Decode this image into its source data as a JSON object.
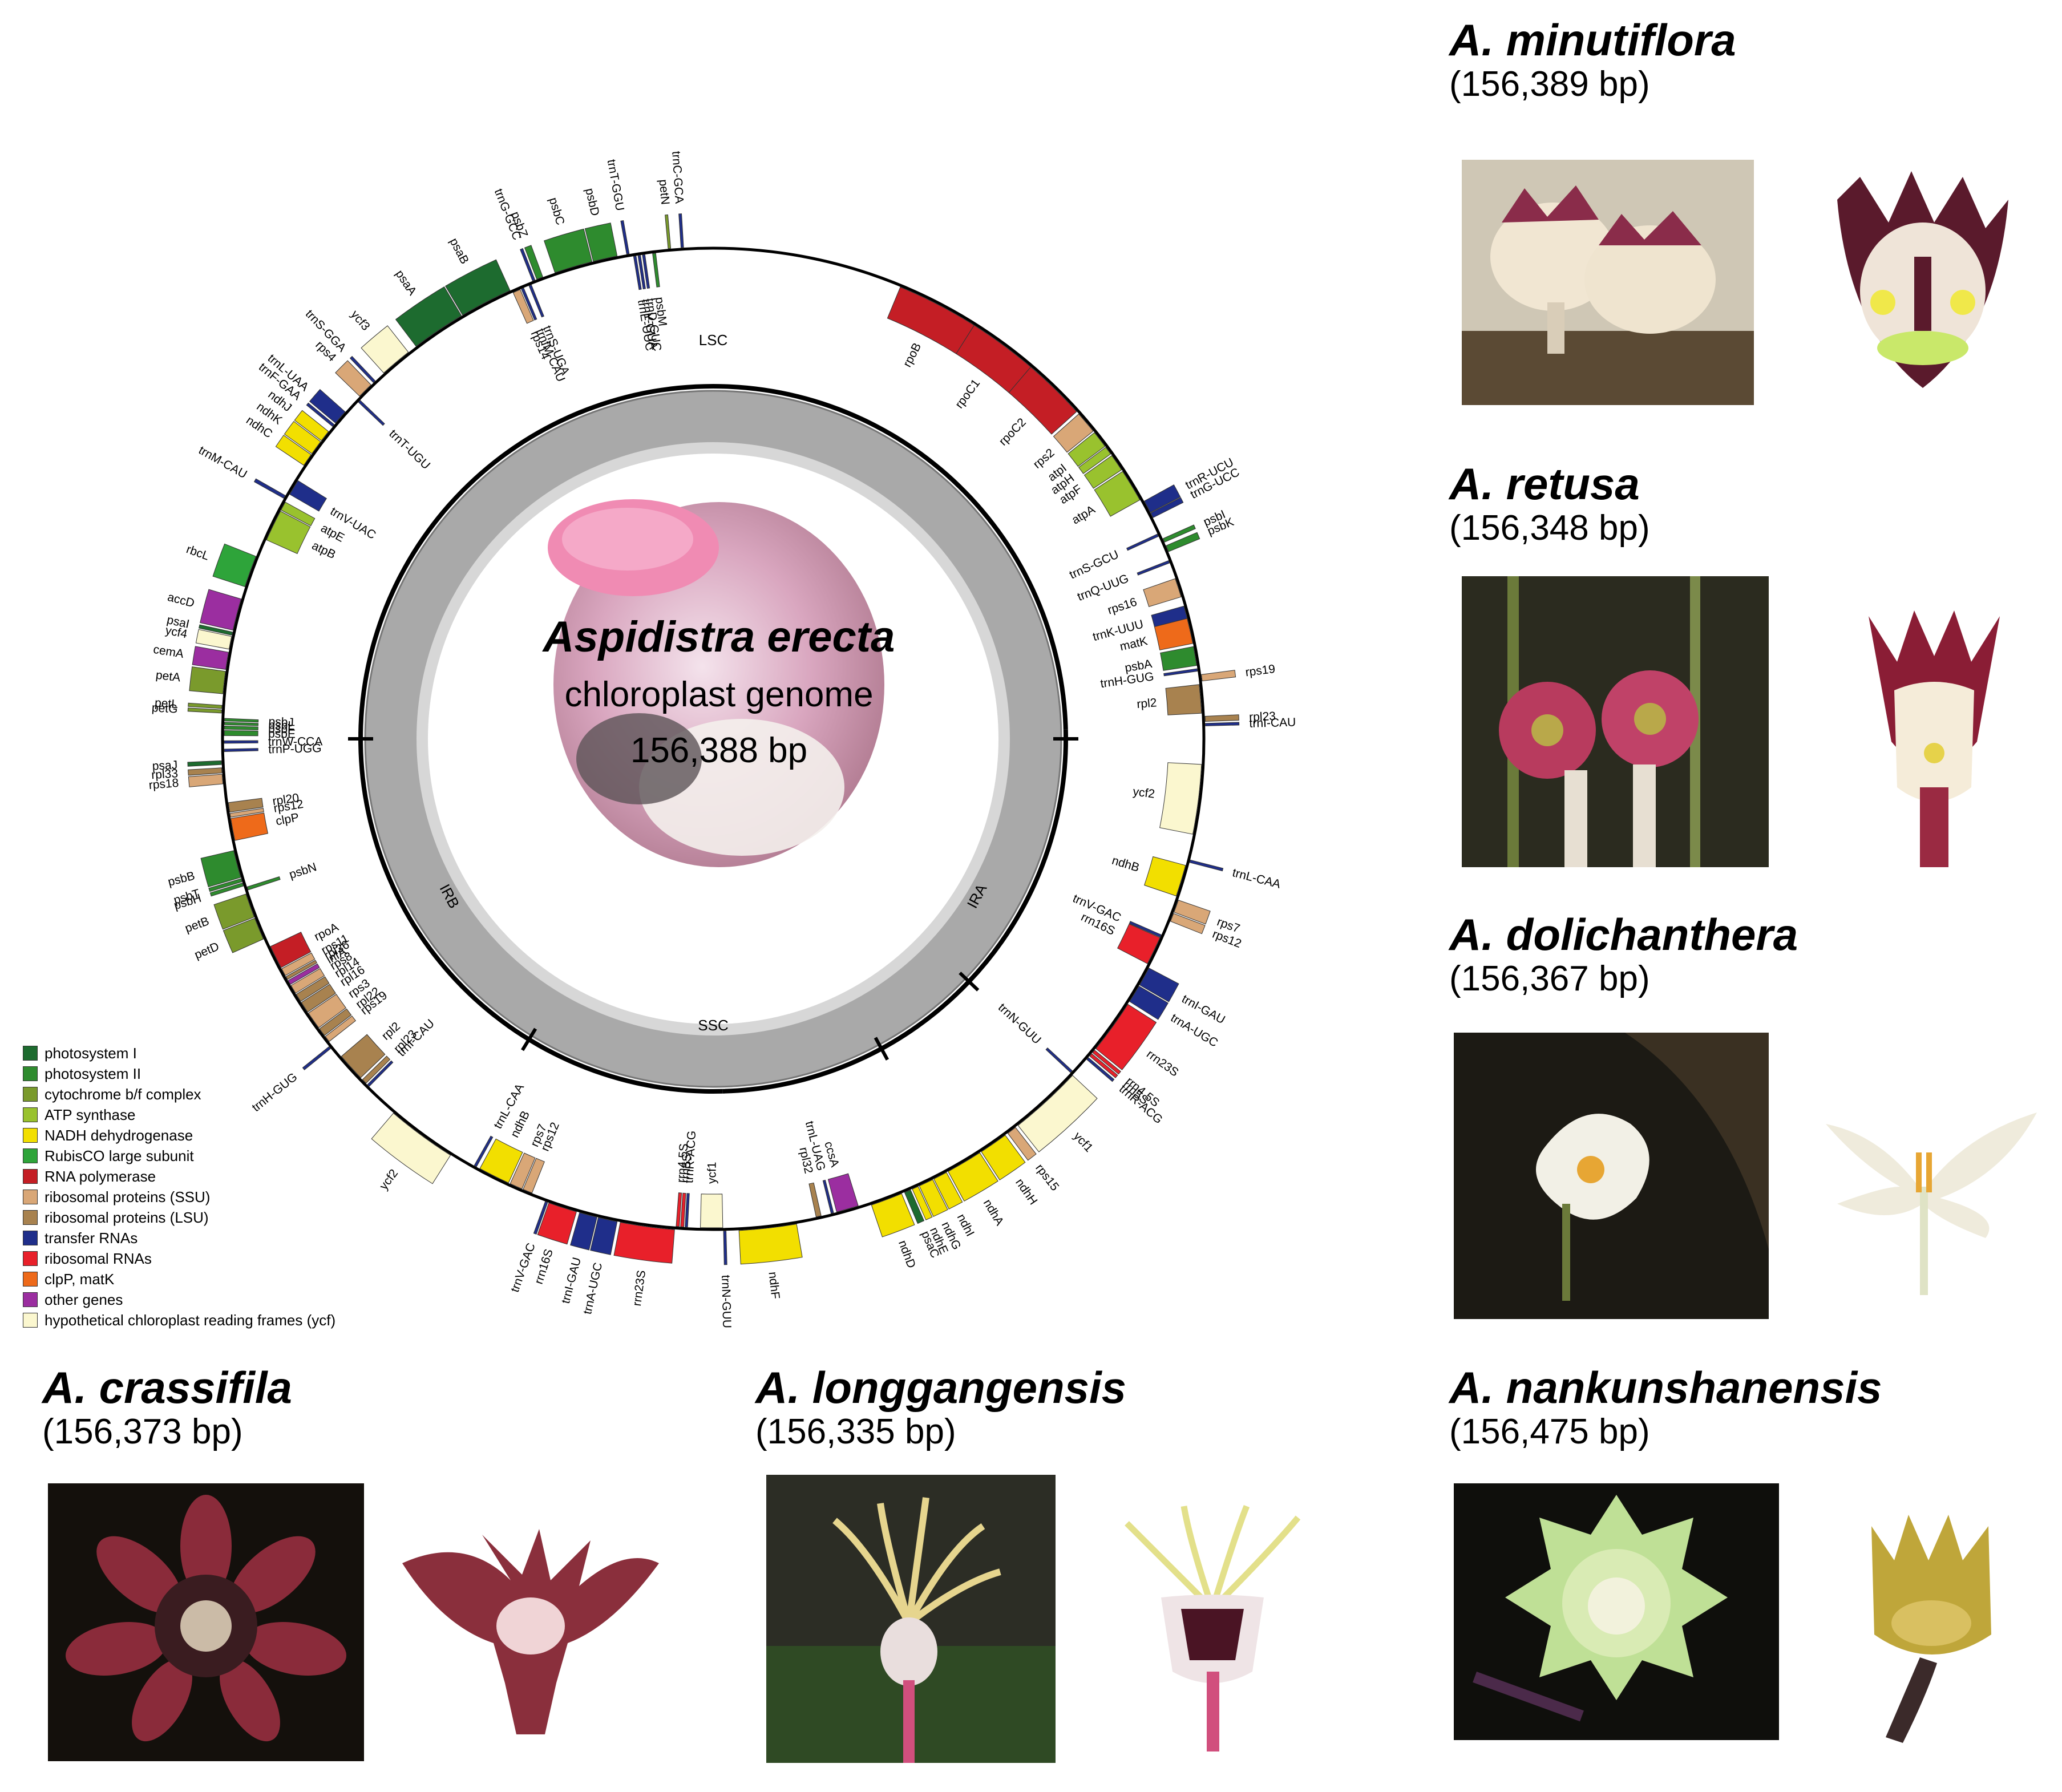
{
  "genome": {
    "species": "Aspidistra erecta",
    "subtitle": "chloroplast genome",
    "length": "156,388 bp",
    "regions": {
      "lsc": "LSC",
      "ssc": "SSC",
      "ira": "IRA",
      "irb": "IRB"
    },
    "genes": [
      {
        "name": "rpoB",
        "cat": "rnapol",
        "s": 30,
        "e": 43,
        "side": "in"
      },
      {
        "name": "rpoC1",
        "cat": "rnapol",
        "s": 43,
        "e": 54,
        "side": "in"
      },
      {
        "name": "rpoC2",
        "cat": "rnapol",
        "s": 54,
        "e": 64,
        "side": "in"
      },
      {
        "name": "rps2",
        "cat": "ssu",
        "s": 64.5,
        "e": 68,
        "side": "in"
      },
      {
        "name": "atpI",
        "cat": "atp",
        "s": 68.3,
        "e": 71,
        "side": "in"
      },
      {
        "name": "atpH",
        "cat": "atp",
        "s": 71.2,
        "e": 72.5,
        "side": "in"
      },
      {
        "name": "atpF",
        "cat": "atp",
        "s": 72.8,
        "e": 75.5,
        "side": "in"
      },
      {
        "name": "atpA",
        "cat": "atp",
        "s": 75.8,
        "e": 81,
        "side": "in"
      },
      {
        "name": "trnR-UCU",
        "cat": "trna",
        "s": 81.5,
        "e": 83.5,
        "side": "out"
      },
      {
        "name": "trnG-UCC",
        "cat": "trna",
        "s": 83.6,
        "e": 84.4,
        "side": "out"
      },
      {
        "name": "psbI",
        "cat": "ps2",
        "s": 88,
        "e": 88.6,
        "side": "out"
      },
      {
        "name": "psbK",
        "cat": "ps2",
        "s": 89.2,
        "e": 90.2,
        "side": "out"
      },
      {
        "name": "trnS-GCU",
        "cat": "trna",
        "s": 87,
        "e": 87.4,
        "side": "in"
      },
      {
        "name": "trnQ-UUG",
        "cat": "trna",
        "s": 91.5,
        "e": 91.9,
        "side": "in"
      },
      {
        "name": "rps16",
        "cat": "ssu",
        "s": 94.5,
        "e": 97.5,
        "side": "in"
      },
      {
        "name": "trnK-UUU",
        "cat": "trna",
        "s": 99,
        "e": 101,
        "side": "in"
      },
      {
        "name": "matK",
        "cat": "clpp",
        "s": 101,
        "e": 105,
        "side": "in"
      },
      {
        "name": "psbA",
        "cat": "ps2",
        "s": 105.5,
        "e": 108.5,
        "side": "in"
      },
      {
        "name": "trnH-GUG",
        "cat": "trna",
        "s": 109,
        "e": 109.4,
        "side": "in"
      },
      {
        "name": "rps19",
        "cat": "ssu",
        "s": 110,
        "e": 111,
        "side": "out"
      },
      {
        "name": "rpl2",
        "cat": "lsu",
        "s": 111.5,
        "e": 116,
        "side": "in"
      },
      {
        "name": "rpl23",
        "cat": "lsu",
        "s": 116.5,
        "e": 117.3,
        "side": "out"
      },
      {
        "name": "trnI-CAU",
        "cat": "trna",
        "s": 117.6,
        "e": 118,
        "side": "out"
      },
      {
        "name": "ycf2",
        "cat": "ycf",
        "s": 124,
        "e": 135,
        "side": "in"
      },
      {
        "name": "trnL-CAA",
        "cat": "trna",
        "s": 139,
        "e": 139.4,
        "side": "out"
      },
      {
        "name": "ndhB",
        "cat": "ndh",
        "s": 140,
        "e": 145,
        "side": "in"
      },
      {
        "name": "rps7",
        "cat": "ssu",
        "s": 145.5,
        "e": 147.5,
        "side": "out"
      },
      {
        "name": "rps12",
        "cat": "ssu",
        "s": 147.7,
        "e": 149,
        "side": "out"
      },
      {
        "name": "trnV-GAC",
        "cat": "trna",
        "s": 151.5,
        "e": 151.9,
        "side": "in"
      },
      {
        "name": "rrn16S",
        "cat": "rrna",
        "s": 152,
        "e": 156.5,
        "side": "in"
      },
      {
        "name": "trnI-GAU",
        "cat": "trna",
        "s": 157,
        "e": 160,
        "side": "out"
      },
      {
        "name": "trnA-UGC",
        "cat": "trna",
        "s": 160.2,
        "e": 163,
        "side": "out"
      },
      {
        "name": "rrn23S",
        "cat": "rrna",
        "s": 163.5,
        "e": 172,
        "side": "out"
      },
      {
        "name": "rrn4.5S",
        "cat": "rrna",
        "s": 172.3,
        "e": 172.8,
        "side": "out"
      },
      {
        "name": "rrn5S",
        "cat": "rrna",
        "s": 173,
        "e": 173.5,
        "side": "out"
      },
      {
        "name": "trnR-ACG",
        "cat": "trna",
        "s": 173.8,
        "e": 174.2,
        "side": "out"
      },
      {
        "name": "trnN-GUU",
        "cat": "trna",
        "s": 177,
        "e": 177.4,
        "side": "in"
      },
      {
        "name": "ycf1",
        "cat": "ycf",
        "s": 177.5,
        "e": 189,
        "side": "out"
      },
      {
        "name": "rps15",
        "cat": "ssu",
        "s": 189.5,
        "e": 191,
        "side": "out"
      },
      {
        "name": "ndhH",
        "cat": "ndh",
        "s": 191.5,
        "e": 196,
        "side": "out"
      },
      {
        "name": "ndhA",
        "cat": "ndh",
        "s": 196.3,
        "e": 202,
        "side": "out"
      },
      {
        "name": "ndhI",
        "cat": "ndh",
        "s": 202.3,
        "e": 204.5,
        "side": "out"
      },
      {
        "name": "ndhG",
        "cat": "ndh",
        "s": 204.7,
        "e": 207,
        "side": "out"
      },
      {
        "name": "ndhE",
        "cat": "ndh",
        "s": 207.2,
        "e": 208.2,
        "side": "out"
      },
      {
        "name": "psaC",
        "cat": "ps1",
        "s": 208.5,
        "e": 209.5,
        "side": "out"
      },
      {
        "name": "ndhD",
        "cat": "ndh",
        "s": 210,
        "e": 215,
        "side": "out"
      },
      {
        "name": "ccsA",
        "cat": "other",
        "s": 217,
        "e": 220.5,
        "side": "in"
      },
      {
        "name": "trnL-UAG",
        "cat": "trna",
        "s": 221,
        "e": 221.4,
        "side": "in"
      },
      {
        "name": "rpl32",
        "cat": "lsu",
        "s": 223,
        "e": 223.8,
        "side": "in"
      },
      {
        "name": "ndhF",
        "cat": "ndh",
        "s": 227,
        "e": 236,
        "side": "out"
      },
      {
        "name": "trnN-GUU",
        "cat": "trna",
        "s": 238,
        "e": 238.4,
        "side": "out"
      },
      {
        "name": "ycf1",
        "cat": "ycf",
        "s": 238.5,
        "e": 242,
        "side": "in"
      },
      {
        "name": "trnR-ACG",
        "cat": "trna",
        "s": 244,
        "e": 244.4,
        "side": "in"
      },
      {
        "name": "rrn5S",
        "cat": "rrna",
        "s": 244.6,
        "e": 245.1,
        "side": "in"
      },
      {
        "name": "rrn4.5S",
        "cat": "rrna",
        "s": 245.3,
        "e": 245.8,
        "side": "in"
      },
      {
        "name": "rrn23S",
        "cat": "rrna",
        "s": 246,
        "e": 254.5,
        "side": "out"
      },
      {
        "name": "trnA-UGC",
        "cat": "trna",
        "s": 255,
        "e": 258,
        "side": "out"
      },
      {
        "name": "trnI-GAU",
        "cat": "trna",
        "s": 258.2,
        "e": 261,
        "side": "out"
      },
      {
        "name": "rrn16S",
        "cat": "rrna",
        "s": 261.5,
        "e": 266,
        "side": "out"
      },
      {
        "name": "trnV-GAC",
        "cat": "trna",
        "s": 266.2,
        "e": 266.6,
        "side": "out"
      },
      {
        "name": "rps12",
        "cat": "ssu",
        "s": 269,
        "e": 270.5,
        "side": "in"
      },
      {
        "name": "rps7",
        "cat": "ssu",
        "s": 270.7,
        "e": 272.7,
        "side": "in"
      },
      {
        "name": "ndhB",
        "cat": "ndh",
        "s": 273,
        "e": 278,
        "side": "in"
      },
      {
        "name": "trnL-CAA",
        "cat": "trna",
        "s": 278.6,
        "e": 279,
        "side": "in"
      },
      {
        "name": "ycf2",
        "cat": "ycf",
        "s": 283,
        "e": 294,
        "side": "out"
      },
      {
        "name": "trnI-CAU",
        "cat": "trna",
        "s": 299.6,
        "e": 300,
        "side": "in"
      },
      {
        "name": "rpl23",
        "cat": "lsu",
        "s": 300.3,
        "e": 301.1,
        "side": "in"
      },
      {
        "name": "rpl2",
        "cat": "lsu",
        "s": 301.5,
        "e": 306,
        "side": "in"
      },
      {
        "name": "trnH-GUG",
        "cat": "trna",
        "s": 308,
        "e": 308.4,
        "side": "out"
      },
      {
        "name": "rps19",
        "cat": "ssu",
        "s": 309,
        "e": 310,
        "side": "in"
      },
      {
        "name": "rpl22",
        "cat": "lsu",
        "s": 310.2,
        "e": 311.5,
        "side": "in"
      },
      {
        "name": "rps3",
        "cat": "ssu",
        "s": 311.7,
        "e": 314.5,
        "side": "in"
      },
      {
        "name": "rpl16",
        "cat": "lsu",
        "s": 314.7,
        "e": 316.5,
        "side": "in"
      },
      {
        "name": "rpl14",
        "cat": "lsu",
        "s": 316.7,
        "e": 318,
        "side": "in"
      },
      {
        "name": "rps8",
        "cat": "ssu",
        "s": 318.2,
        "e": 319.6,
        "side": "in"
      },
      {
        "name": "infA",
        "cat": "other",
        "s": 319.8,
        "e": 320.5,
        "side": "in"
      },
      {
        "name": "rpl36",
        "cat": "lsu",
        "s": 320.7,
        "e": 321.2,
        "side": "in"
      },
      {
        "name": "rps11",
        "cat": "ssu",
        "s": 321.4,
        "e": 322.6,
        "side": "in"
      },
      {
        "name": "rpoA",
        "cat": "rnapol",
        "s": 322.8,
        "e": 326.5,
        "side": "in"
      },
      {
        "name": "petD",
        "cat": "cyt",
        "s": 328,
        "e": 331.5,
        "side": "out"
      },
      {
        "name": "petB",
        "cat": "cyt",
        "s": 331.7,
        "e": 335.5,
        "side": "out"
      },
      {
        "name": "psbN",
        "cat": "ps2",
        "s": 336,
        "e": 336.5,
        "side": "in"
      },
      {
        "name": "psbH",
        "cat": "ps2",
        "s": 336.8,
        "e": 337.3,
        "side": "out"
      },
      {
        "name": "psbT",
        "cat": "ps2",
        "s": 337.5,
        "e": 338,
        "side": "out"
      },
      {
        "name": "psbB",
        "cat": "ps2",
        "s": 338.2,
        "e": 342.5,
        "side": "out"
      },
      {
        "name": "clpP",
        "cat": "clpp",
        "s": 344,
        "e": 347.5,
        "side": "in"
      },
      {
        "name": "rps12",
        "cat": "ssu",
        "s": 347.7,
        "e": 348.3,
        "side": "in"
      },
      {
        "name": "rpl20",
        "cat": "lsu",
        "s": 348.5,
        "e": 350,
        "side": "in"
      },
      {
        "name": "rps18",
        "cat": "ssu",
        "s": 353,
        "e": 354.5,
        "side": "out"
      },
      {
        "name": "rpl33",
        "cat": "lsu",
        "s": 354.7,
        "e": 355.5,
        "side": "out"
      },
      {
        "name": "psaJ",
        "cat": "ps1",
        "s": 356,
        "e": 356.6,
        "side": "out"
      },
      {
        "name": "trnP-UGG",
        "cat": "trna",
        "s": 358,
        "e": 358.4,
        "side": "in"
      },
      {
        "name": "trnW-CCA",
        "cat": "trna",
        "s": 359.3,
        "e": 359.7,
        "side": "in"
      },
      {
        "name": "psbE",
        "cat": "ps2",
        "s": 360.5,
        "e": 361.3,
        "side": "in"
      },
      {
        "name": "psbF",
        "cat": "ps2",
        "s": 361.5,
        "e": 362,
        "side": "in"
      },
      {
        "name": "psbL",
        "cat": "ps2",
        "s": 362.2,
        "e": 362.6,
        "side": "in"
      },
      {
        "name": "psbJ",
        "cat": "ps2",
        "s": 362.8,
        "e": 363.2,
        "side": "in"
      },
      {
        "name": "petG",
        "cat": "cyt",
        "s": 364,
        "e": 364.5,
        "side": "out"
      },
      {
        "name": "petL",
        "cat": "cyt",
        "s": 364.7,
        "e": 365.2,
        "side": "out"
      },
      {
        "name": "petA",
        "cat": "cyt",
        "s": 367,
        "e": 370.5,
        "side": "out"
      },
      {
        "name": "cemA",
        "cat": "other",
        "s": 370.8,
        "e": 373.5,
        "side": "out"
      },
      {
        "name": "ycf4",
        "cat": "ycf",
        "s": 374,
        "e": 376,
        "side": "out"
      },
      {
        "name": "psaI",
        "cat": "ps1",
        "s": 376.2,
        "e": 376.7,
        "side": "out"
      },
      {
        "name": "accD",
        "cat": "other",
        "s": 377,
        "e": 382,
        "side": "out"
      },
      {
        "name": "rbcL",
        "cat": "rubisco",
        "s": 384,
        "e": 389,
        "side": "out"
      },
      {
        "name": "atpB",
        "cat": "atp",
        "s": 392,
        "e": 397,
        "side": "in"
      },
      {
        "name": "atpE",
        "cat": "atp",
        "s": 397.2,
        "e": 398.6,
        "side": "in"
      },
      {
        "name": "trnM-CAU",
        "cat": "trna",
        "s": 399,
        "e": 399.5,
        "side": "out"
      },
      {
        "name": "trnV-UAC",
        "cat": "trna",
        "s": 400,
        "e": 402.5,
        "side": "in"
      },
      {
        "name": "ndhC",
        "cat": "ndh",
        "s": 405,
        "e": 407,
        "side": "out"
      },
      {
        "name": "ndhK",
        "cat": "ndh",
        "s": 407.2,
        "e": 409.5,
        "side": "out"
      },
      {
        "name": "ndhJ",
        "cat": "ndh",
        "s": 409.7,
        "e": 411.5,
        "side": "out"
      },
      {
        "name": "trnF-GAA",
        "cat": "trna",
        "s": 412.5,
        "e": 412.9,
        "side": "out"
      },
      {
        "name": "trnL-UAA",
        "cat": "trna",
        "s": 413.2,
        "e": 415.5,
        "side": "out"
      },
      {
        "name": "trnT-UGU",
        "cat": "trna",
        "s": 418,
        "e": 418.4,
        "side": "in"
      },
      {
        "name": "rps4",
        "cat": "ssu",
        "s": 418.8,
        "e": 421.3,
        "side": "out"
      },
      {
        "name": "trnS-GGA",
        "cat": "trna",
        "s": 421.8,
        "e": 422.2,
        "side": "out"
      },
      {
        "name": "ycf3",
        "cat": "ycf",
        "s": 424,
        "e": 429,
        "side": "out"
      },
      {
        "name": "psaA",
        "cat": "ps1",
        "s": 430.5,
        "e": 439,
        "side": "out"
      },
      {
        "name": "psaB",
        "cat": "ps1",
        "s": 439.2,
        "e": 447.5,
        "side": "out"
      },
      {
        "name": "rps14",
        "cat": "ssu",
        "s": 447.8,
        "e": 449,
        "side": "in"
      },
      {
        "name": "trnfM-CAU",
        "cat": "trna",
        "s": 449.2,
        "e": 449.6,
        "side": "in"
      },
      {
        "name": "trnS-UGA",
        "cat": "trna",
        "s": 450.5,
        "e": 450.9,
        "side": "in"
      },
      {
        "name": "trnG-GCC",
        "cat": "trna",
        "s": 451.3,
        "e": 451.7,
        "side": "out"
      },
      {
        "name": "psbZ",
        "cat": "ps2",
        "s": 452,
        "e": 453,
        "side": "out"
      },
      {
        "name": "psbC",
        "cat": "ps2",
        "s": 455,
        "e": 461,
        "side": "out"
      },
      {
        "name": "psbD",
        "cat": "ps2",
        "s": 461.2,
        "e": 465,
        "side": "out"
      },
      {
        "name": "trnT-GGU",
        "cat": "trna",
        "s": 466.5,
        "e": 466.9,
        "side": "out"
      },
      {
        "name": "trnE-UUC",
        "cat": "trna",
        "s": 467.5,
        "e": 467.9,
        "side": "in"
      },
      {
        "name": "trnY-GUA",
        "cat": "trna",
        "s": 468.2,
        "e": 468.6,
        "side": "in"
      },
      {
        "name": "trnD-GUC",
        "cat": "trna",
        "s": 468.9,
        "e": 469.3,
        "side": "in"
      },
      {
        "name": "psbM",
        "cat": "ps2",
        "s": 470.5,
        "e": 471,
        "side": "in"
      },
      {
        "name": "petN",
        "cat": "cyt",
        "s": 473,
        "e": 473.4,
        "side": "out"
      },
      {
        "name": "trnC-GCA",
        "cat": "trna",
        "s": 475,
        "e": 475.4,
        "side": "out"
      }
    ]
  },
  "categories": {
    "ps1": {
      "label": "photosystem I",
      "color": "#1d6b2f"
    },
    "ps2": {
      "label": "photosystem II",
      "color": "#2e8b2e"
    },
    "cyt": {
      "label": "cytochrome b/f complex",
      "color": "#7a9a2c"
    },
    "atp": {
      "label": "ATP synthase",
      "color": "#99c22e"
    },
    "ndh": {
      "label": "NADH dehydrogenase",
      "color": "#f2df00"
    },
    "rubisco": {
      "label": "RubisCO large subunit",
      "color": "#2ea43a"
    },
    "rnapol": {
      "label": "RNA polymerase",
      "color": "#c41e25"
    },
    "ssu": {
      "label": "ribosomal proteins (SSU)",
      "color": "#d9a777"
    },
    "lsu": {
      "label": "ribosomal proteins (LSU)",
      "color": "#a8824f"
    },
    "trna": {
      "label": "transfer RNAs",
      "color": "#1f2e8a"
    },
    "rrna": {
      "label": "ribosomal RNAs",
      "color": "#e8202a"
    },
    "clpp": {
      "label": "clpP, matK",
      "color": "#ee6a1a"
    },
    "other": {
      "label": "other genes",
      "color": "#9b2ea0"
    },
    "ycf": {
      "label": "hypothetical chloroplast reading frames (ycf)",
      "color": "#fbf7cf"
    }
  },
  "legend_order": [
    "ps1",
    "ps2",
    "cyt",
    "atp",
    "ndh",
    "rubisco",
    "rnapol",
    "ssu",
    "lsu",
    "trna",
    "rrna",
    "clpp",
    "other",
    "ycf"
  ],
  "species": [
    {
      "name": "A. minutiflora",
      "size": "(156,389 bp)"
    },
    {
      "name": "A. retusa",
      "size": "(156,348 bp)"
    },
    {
      "name": "A. dolichanthera",
      "size": "(156,367 bp)"
    },
    {
      "name": "A. crassifila",
      "size": "(156,373 bp)"
    },
    {
      "name": "A. longgangensis",
      "size": "(156,335 bp)"
    },
    {
      "name": "A. nankunshanensis",
      "size": "(156,475 bp)"
    }
  ]
}
